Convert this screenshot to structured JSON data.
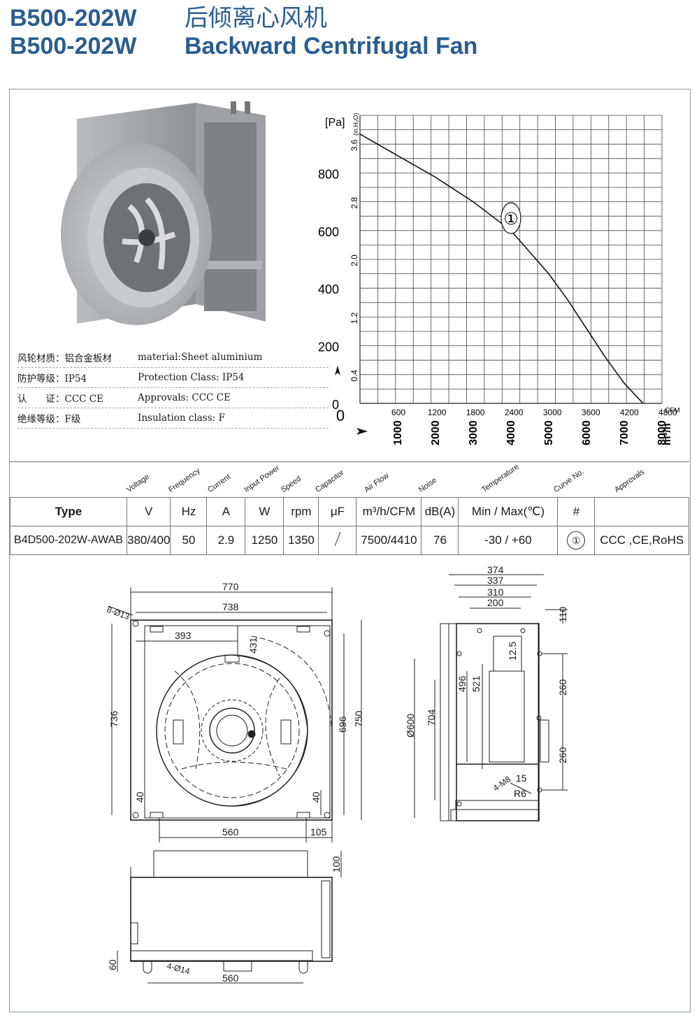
{
  "header": {
    "model_line1": "B500-202W",
    "title_cn": "后倾离心风机",
    "model_line2": "B500-202W",
    "title_en": "Backward Centrifugal Fan"
  },
  "specs": [
    {
      "cn": "风轮材质：铝合金板材",
      "en": "material:Sheet aluminium"
    },
    {
      "cn": "防护等级：IP54",
      "en": "Protection Class: IP54"
    },
    {
      "cn": "认　　证：CCC CE",
      "en": "Approvals: CCC  CE"
    },
    {
      "cn": "绝缘等级：F级",
      "en": "Insulation class: F"
    }
  ],
  "chart_data": {
    "type": "line",
    "ylabel": "[Pa]",
    "ylabel2": "(in.H₂O)",
    "y_ticks_pa": [
      0,
      200,
      400,
      600,
      800
    ],
    "y_ticks_inh2o": [
      "0.4",
      "1.2",
      "2.0",
      "2.8",
      "3.6"
    ],
    "x_ticks_cfm": [
      "600",
      "1200",
      "1800",
      "2400",
      "3000",
      "3600",
      "4200",
      "4800"
    ],
    "x_unit_cfm": "CFM",
    "x_ticks_m3h": [
      "1000",
      "2000",
      "3000",
      "4000",
      "5000",
      "6000",
      "7000",
      "8000"
    ],
    "x_unit_m3h": "m³/h",
    "xlim_m3h": [
      0,
      8000
    ],
    "ylim_pa": [
      0,
      1000
    ],
    "grid": true,
    "series": [
      {
        "label": "①",
        "x": [
          0,
          1000,
          2000,
          3000,
          4000,
          5000,
          5500,
          6000,
          6500,
          7000,
          7500
        ],
        "y": [
          935,
          860,
          785,
          700,
          600,
          450,
          360,
          260,
          160,
          70,
          0
        ]
      }
    ]
  },
  "table": {
    "headers": [
      "Voltage",
      "Frequency",
      "Current",
      "Input Power",
      "Speed",
      "Capacitor",
      "Air Flow",
      "Noise",
      "Temperature",
      "Curve No.",
      "Approvals"
    ],
    "units": [
      "Type",
      "V",
      "Hz",
      "A",
      "W",
      "rpm",
      "μF",
      "m³/h/CFM",
      "dB(A)",
      "Min / Max(℃)",
      "#",
      ""
    ],
    "row": [
      "B4D500-202W-AWAB",
      "380/400",
      "50",
      "2.9",
      "1250",
      "1350",
      "",
      "7500/4410",
      "76",
      "-30 / +60",
      "①",
      "CCC ,CE,RoHS"
    ]
  },
  "drawing_labels": {
    "front": {
      "d770": "770",
      "d738": "738",
      "d8_13": "8-Ø13",
      "d393": "393",
      "d431": "431",
      "d736": "736",
      "d696": "696",
      "d750": "750",
      "d40a": "40",
      "d40b": "40",
      "d560": "560",
      "d105": "105"
    },
    "side": {
      "d374": "374",
      "d337": "337",
      "d310": "310",
      "d200": "200",
      "d110": "110",
      "d12_5": "12.5",
      "d496": "496",
      "d521": "521",
      "d600": "Ø600",
      "d704": "704",
      "d260a": "260",
      "d260b": "260",
      "d4m8": "4-M8",
      "d15": "15",
      "dR6": "R6"
    },
    "bottom": {
      "d100": "100",
      "d60": "60",
      "d4_14": "4-Ø14",
      "d560": "560"
    }
  }
}
